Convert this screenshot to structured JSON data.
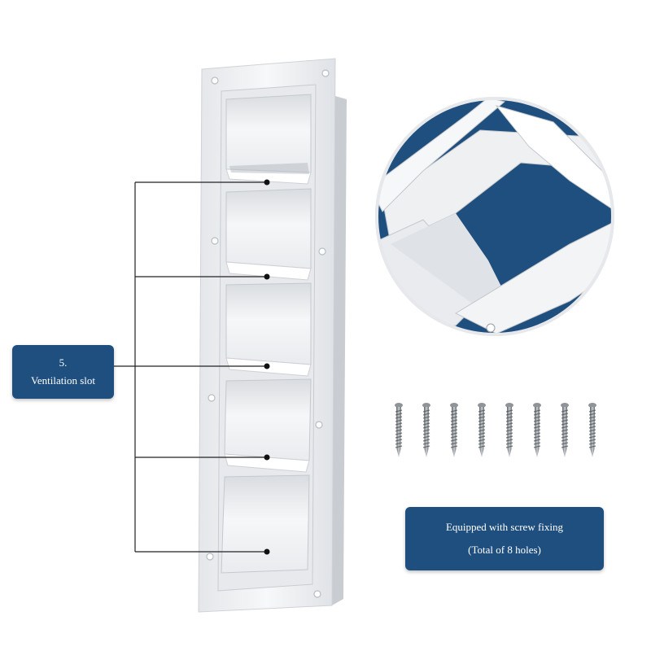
{
  "colors": {
    "accent": "#1f4f7e",
    "product": "#f2f3f5",
    "product_shadow": "#d3d7dc",
    "leader_line": "#222222",
    "screw": "#8f9499"
  },
  "callouts": {
    "ventilation_slot": {
      "number": "5.",
      "text": "Ventilation slot"
    },
    "screw_fixing": {
      "line1": "Equipped with screw fixing",
      "line2": "(Total of 8 holes)"
    }
  },
  "accessories": {
    "screw_count": 8
  },
  "product": {
    "slat_count": 5
  }
}
